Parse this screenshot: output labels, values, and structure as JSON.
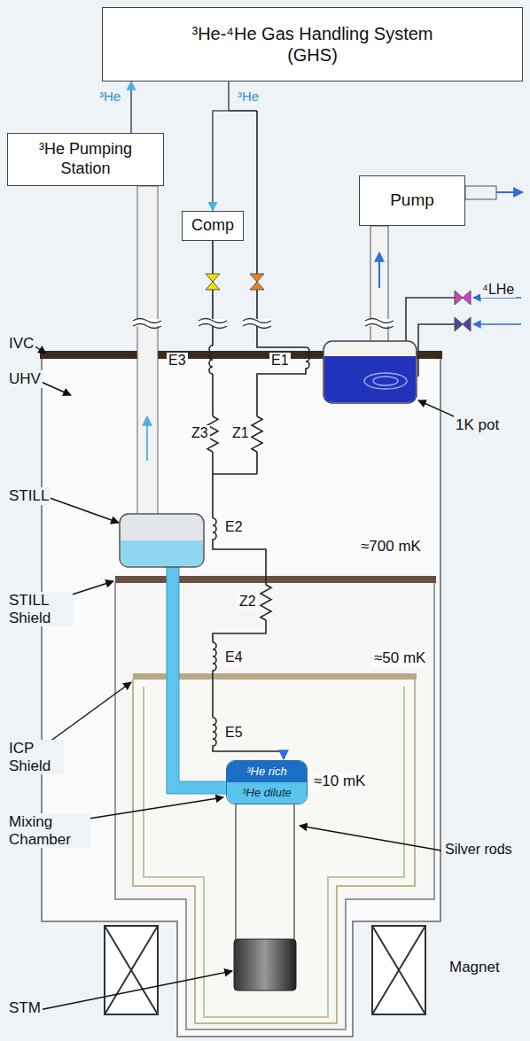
{
  "diagram": {
    "nodes": [
      {
        "text": [
          "³He-⁴He Gas Handling System (GHS)"
        ]
      },
      {
        "text": [
          "³He Pumping Station"
        ]
      },
      {
        "text": [
          "Comp"
        ]
      },
      {
        "text": [
          "Pump"
        ]
      },
      {
        "text": [
          "³He rich",
          "³He dilute"
        ]
      }
    ],
    "edges": [
      {
        "from": 1,
        "to": 0,
        "arrow": "to",
        "label": "³He"
      },
      {
        "from": 0,
        "to": 2,
        "arrow": "to",
        "label": "³He"
      }
    ],
    "labels": [
      "IVC",
      "UHV",
      "STILL",
      "STILL Shield",
      "ICP Shield",
      "Mixing Chamber",
      "STM",
      "E3",
      "E1",
      "Z3",
      "Z1",
      "E2",
      "Z2",
      "E4",
      "E5",
      "≈700 mK",
      "≈50 mK",
      "≈10 mK",
      "1K pot",
      "Silver rods",
      "Magnet",
      "⁴LHe"
    ]
  }
}
